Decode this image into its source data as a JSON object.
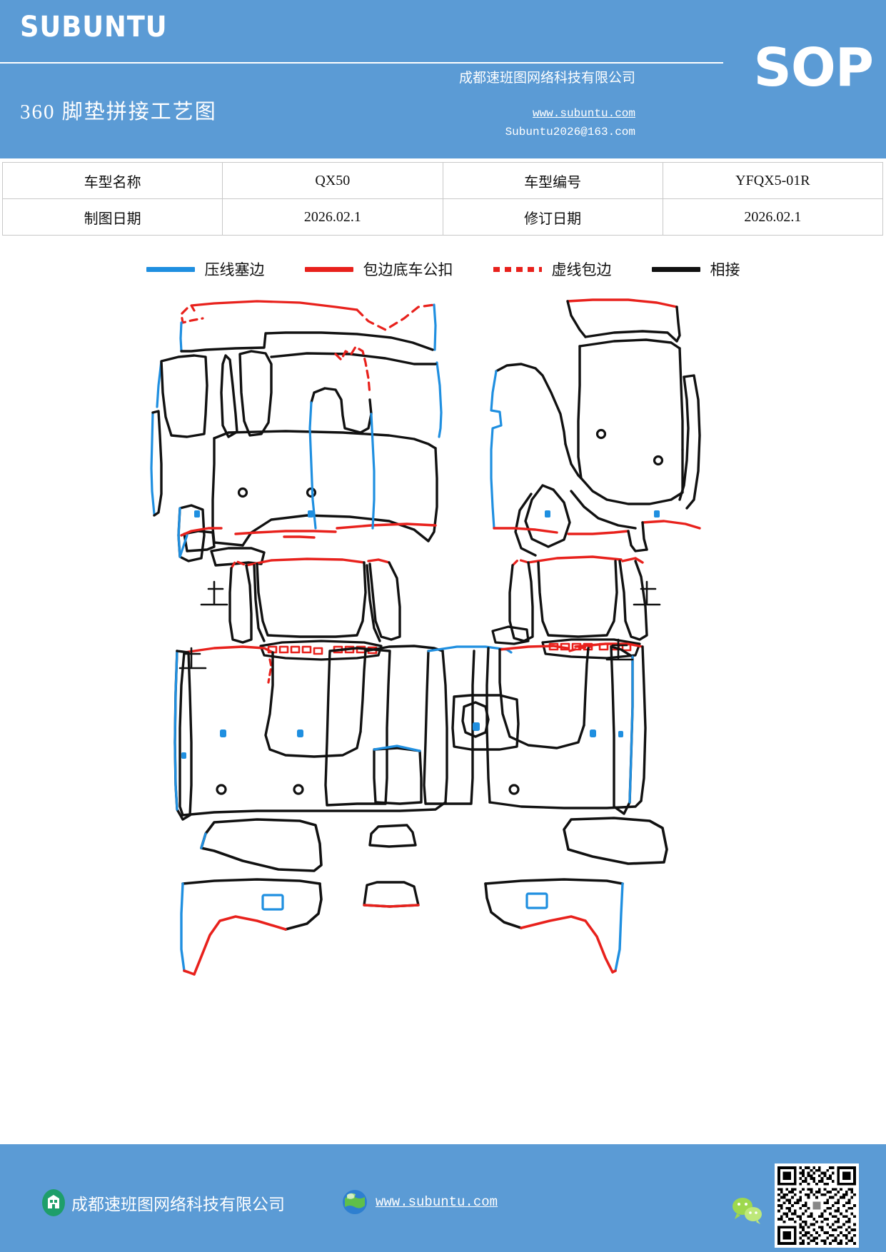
{
  "header": {
    "brand": "SUBUNTU",
    "sop_badge": "SOP",
    "doc_title": "360 脚垫拼接工艺图",
    "company": "成都速班图网络科技有限公司",
    "website": "www.subuntu.com",
    "email": "Subuntu2026@163.com",
    "bg_color": "#5B9BD5"
  },
  "info_table": {
    "rows": [
      {
        "label1": "车型名称",
        "value1": "QX50",
        "label2": "车型编号",
        "value2": "YFQX5-01R"
      },
      {
        "label1": "制图日期",
        "value1": "2026.02.1",
        "label2": "修订日期",
        "value2": "2026.02.1"
      }
    ]
  },
  "legend": {
    "items": [
      {
        "label": "压线塞边",
        "color": "#1F8FE0",
        "style": "solid"
      },
      {
        "label": "包边底车公扣",
        "color": "#E8211C",
        "style": "solid"
      },
      {
        "label": "虚线包边",
        "color": "#E8211C",
        "style": "dashed"
      },
      {
        "label": "相接",
        "color": "#111111",
        "style": "solid"
      }
    ]
  },
  "diagram": {
    "description": "汽车脚垫裁片拼接排版图",
    "stop_marks": [
      "止",
      "止",
      "止",
      "止"
    ],
    "colors": {
      "outline": "#111111",
      "press_edge": "#1F8FE0",
      "bind_edge": "#E8211C"
    }
  },
  "footer": {
    "company": "成都速班图网络科技有限公司",
    "website": "www.subuntu.com",
    "company_icon": "building-icon",
    "web_icon": "globe-icon",
    "wechat_icon": "wechat-icon",
    "qr_icon": "qr-code"
  }
}
